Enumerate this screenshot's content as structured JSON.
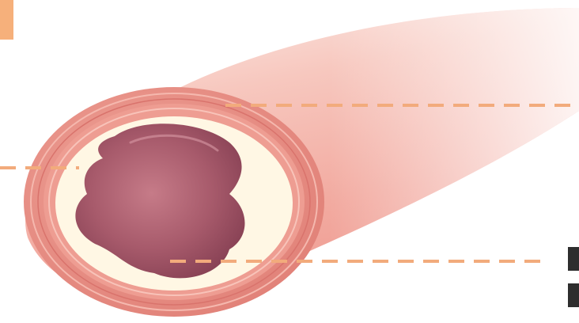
{
  "colors": {
    "background": "#ffffff",
    "vessel_outer": "#f3b1a8",
    "vessel_highlight": "#fde8e4",
    "adventitia_ring": "#e8897f",
    "media_ring": "#fbeee5",
    "plaque": "#fff7e4",
    "lumen": "#a95a6c",
    "leader_line": "#f2ab7c",
    "label_tab": "#f6b07b",
    "label_marker": "#2e2e2e"
  },
  "leader_lines": [
    {
      "id": "upper-leader",
      "target": "outer-wall"
    },
    {
      "id": "left-leader",
      "target": "plaque-layer"
    },
    {
      "id": "lower-leader",
      "target": "inner-wall"
    }
  ],
  "label_markers": [
    {
      "id": "marker-top"
    },
    {
      "id": "marker-bottom"
    }
  ]
}
